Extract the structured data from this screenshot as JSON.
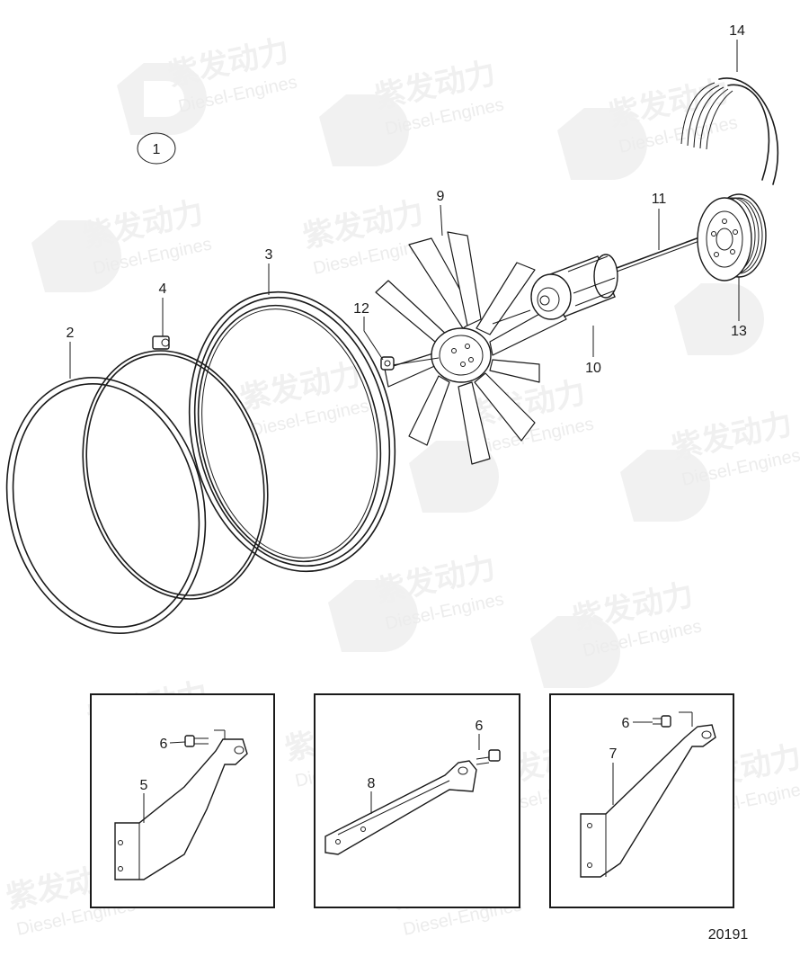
{
  "diagram": {
    "assembly_label": "1",
    "drawing_number": "20191",
    "watermark": {
      "brand_cn": "紫发动力",
      "brand_en": "Diesel-Engines"
    },
    "callouts": {
      "c2": "2",
      "c3": "3",
      "c4": "4",
      "c9": "9",
      "c10": "10",
      "c11": "11",
      "c12": "12",
      "c13": "13",
      "c14": "14",
      "c5": "5",
      "c6a": "6",
      "c8": "8",
      "c6b": "6",
      "c7": "7",
      "c6c": "6"
    }
  }
}
